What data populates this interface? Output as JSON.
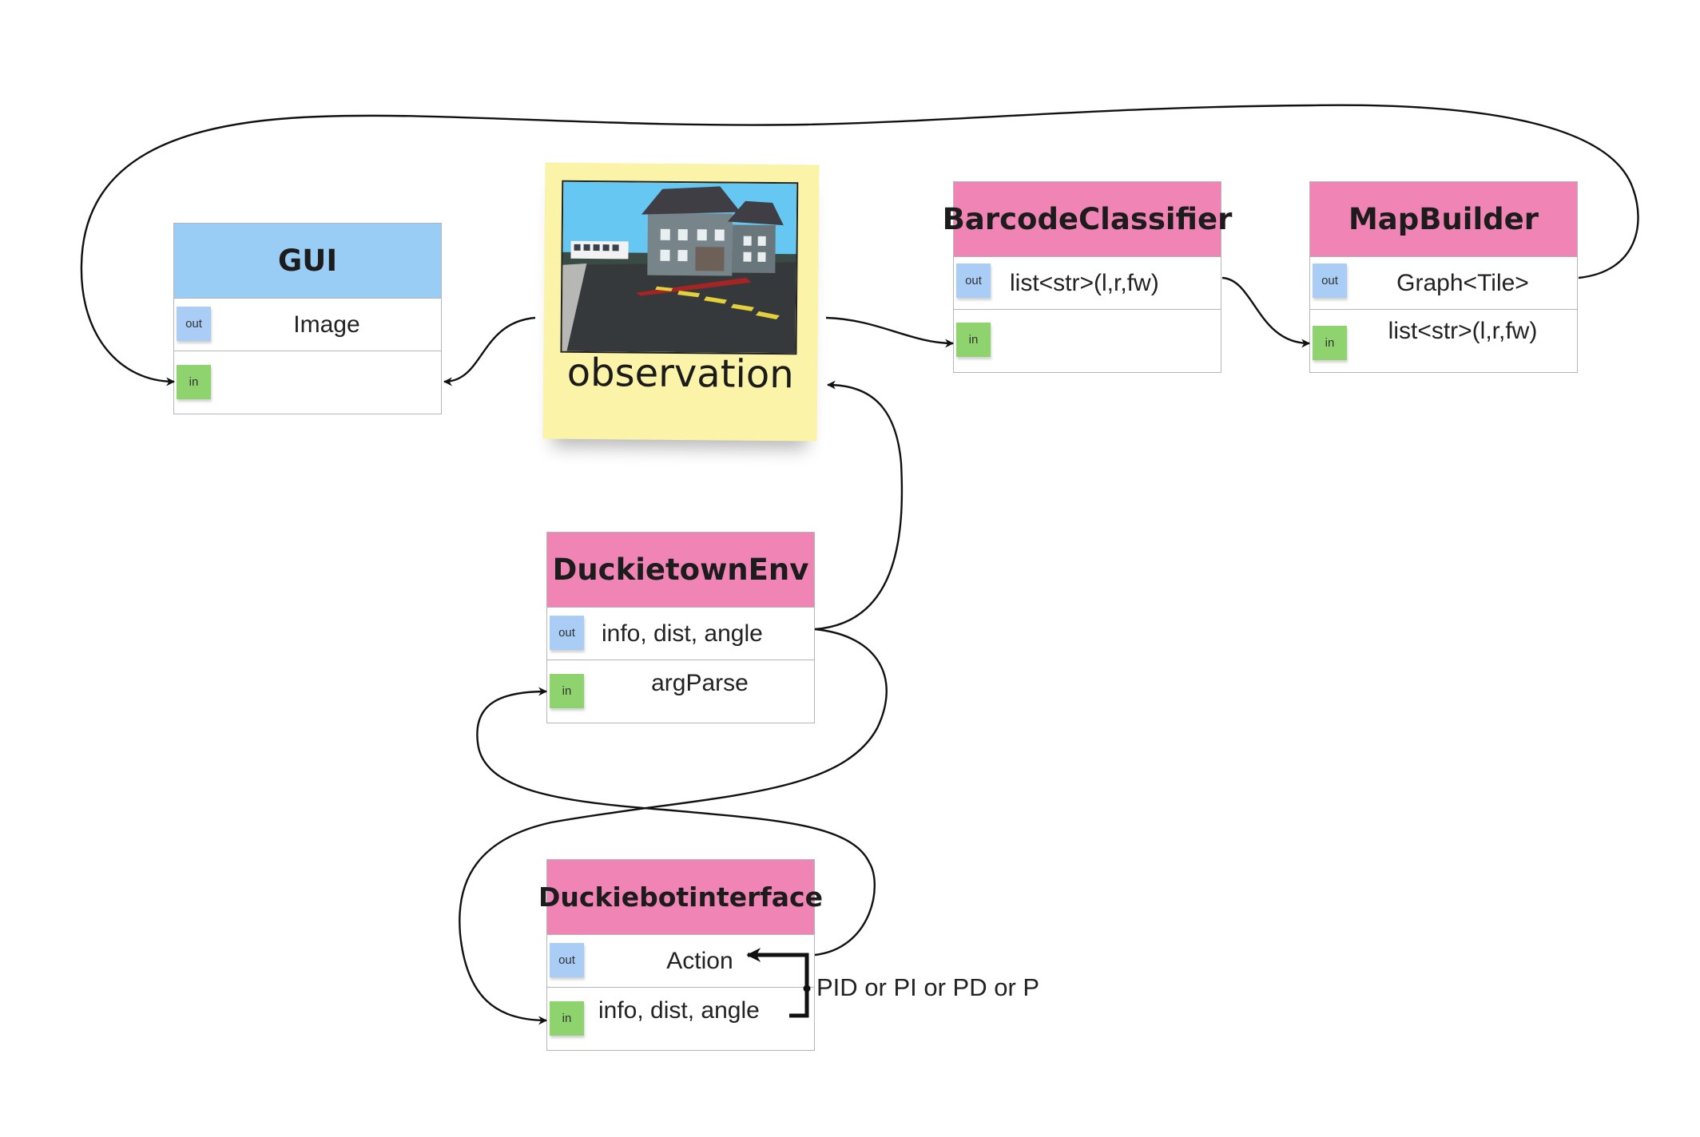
{
  "colors": {
    "header_pink": "#ef84b5",
    "header_blue": "#99cdf6",
    "port_out": "#a9cdf5",
    "port_in": "#8fd36f",
    "note_yellow": "#fbf3a7"
  },
  "nodes": {
    "gui": {
      "title": "GUI",
      "out_port": "out",
      "out_value": "Image",
      "in_port": "in",
      "in_value": ""
    },
    "barcode": {
      "title": "BarcodeClassifier",
      "out_port": "out",
      "out_value": "list<str>(l,r,fw)",
      "in_port": "in",
      "in_value": ""
    },
    "mapbuilder": {
      "title": "MapBuilder",
      "out_port": "out",
      "out_value": "Graph<Tile>",
      "in_port": "in",
      "in_value": "list<str>(l,r,fw)"
    },
    "env": {
      "title": "DuckietownEnv",
      "out_port": "out",
      "out_value": "info, dist, angle",
      "in_port": "in",
      "in_value": "argParse"
    },
    "bot": {
      "title": "Duckiebotinterface",
      "out_port": "out",
      "out_value": "Action",
      "in_port": "in",
      "in_value": "info, dist, angle"
    }
  },
  "observation": {
    "label": "observation"
  },
  "controller_label": "PID or PI or PD or P"
}
